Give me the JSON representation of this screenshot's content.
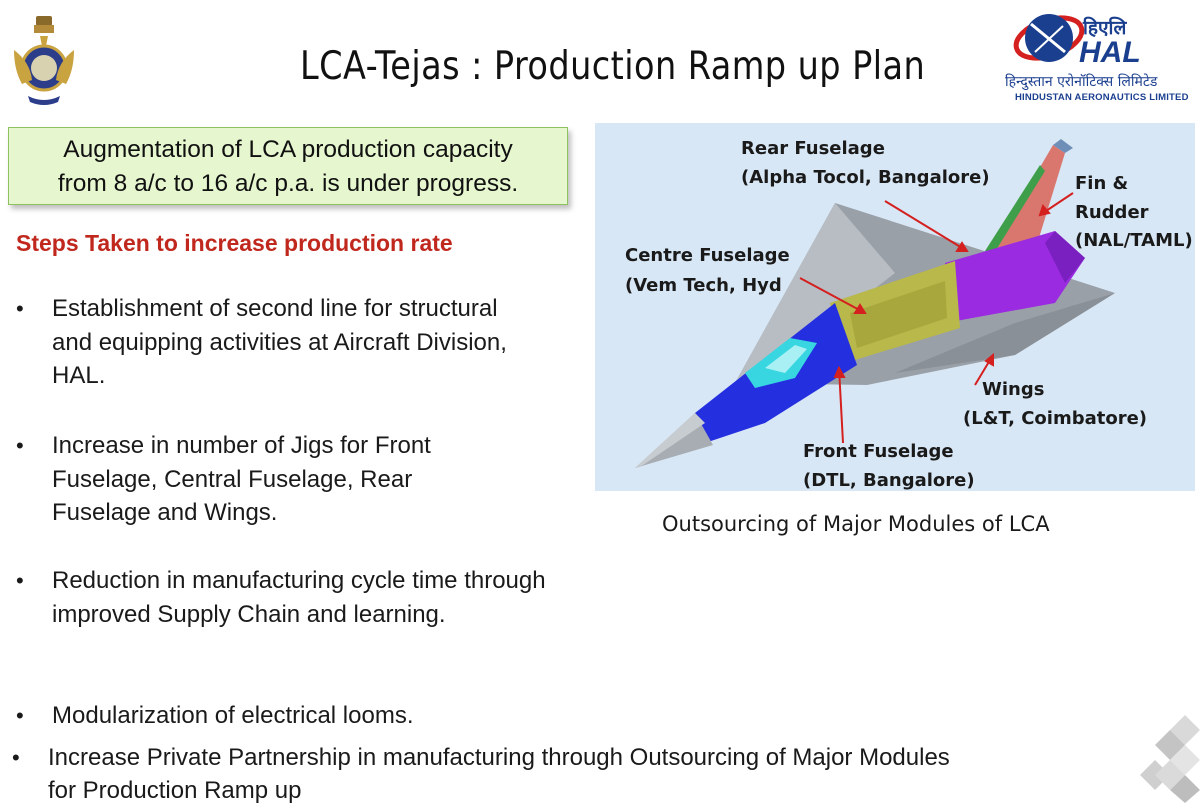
{
  "slide": {
    "title": "LCA-Tejas : Production Ramp up Plan",
    "hal_logo_text": "हिंदुस्तान एरोनॉटिक्स लिमिटेड",
    "hal_logo_mark": "हिएलि HAL",
    "hal_hindi_name": "हिन्दुस्तान एरोनॉटिक्स लिमिटेड",
    "hal_english_name": "HINDUSTAN AERONAUTICS LIMITED",
    "highlight_box": {
      "line1": "Augmentation of LCA production capacity",
      "line2": "from 8 a/c to 16 a/c p.a. is under progress."
    },
    "steps_heading": "Steps Taken to increase production rate",
    "bullet_marker": "•",
    "bullets": [
      "Establishment of second line for structural and equipping activities at Aircraft Division, HAL.",
      "Increase in number of Jigs for Front Fuselage, Central Fuselage, Rear Fuselage and Wings.",
      "Reduction in manufacturing cycle time through improved Supply Chain and learning.",
      "Modularization of electrical looms."
    ],
    "last_bullet": "Increase Private Partnership in manufacturing through Outsourcing of Major Modules for Production Ramp up",
    "image_labels": {
      "rear_fuselage": "Rear Fuselage",
      "rear_fuselage_vendor": "(Alpha Tocol, Bangalore)",
      "fin": "Fin &",
      "rudder": "Rudder",
      "fin_vendor": "(NAL/TAML)",
      "centre_fuselage": "Centre Fuselage",
      "centre_fuselage_vendor": "(Vem Tech, Hyd",
      "wings": "Wings",
      "wings_vendor": "(L&T, Coimbatore)",
      "front_fuselage": "Front Fuselage",
      "front_fuselage_vendor": "(DTL, Bangalore)"
    },
    "caption": "Outsourcing of Major Modules of LCA",
    "colors": {
      "heading_red": "#c0281e",
      "box_fill": "#e6f6cf",
      "box_border": "#8fc25e",
      "hal_blue": "#1b3f8f",
      "hal_red": "#d4201f",
      "front_fuselage": "#2430e0",
      "centre_fuselage": "#b9b84a",
      "rear_fuselage": "#9a2be0",
      "fin": "#d9776f",
      "wing": "#9aa0a8"
    },
    "icons": [
      "iaf-emblem-icon",
      "hal-logo-icon",
      "corner-diamonds-icon",
      "red-arrow-icon"
    ]
  }
}
